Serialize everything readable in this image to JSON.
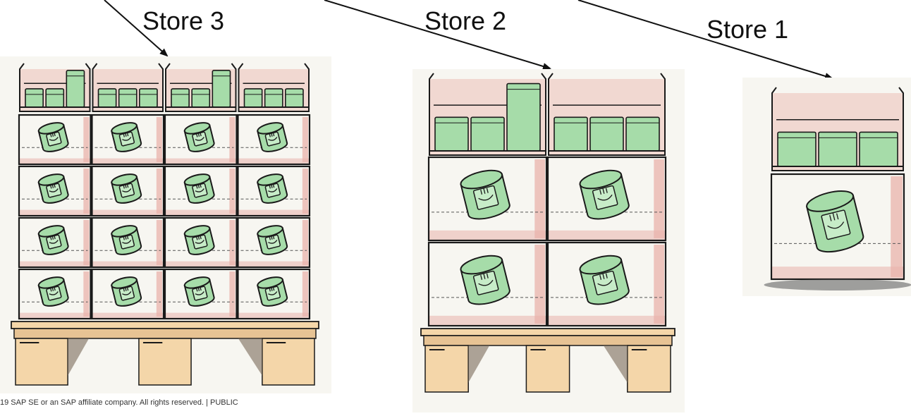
{
  "labels": {
    "store3": "Store 3",
    "store2": "Store 2",
    "store1": "Store 1"
  },
  "footer": "19 SAP SE or an SAP affiliate company. All rights reserved.  |   PUBLIC",
  "pallets": [
    {
      "store": "Store 3",
      "columns": 4,
      "case_rows": 4,
      "top_tray_layer": true
    },
    {
      "store": "Store 2",
      "columns": 2,
      "case_rows": 2,
      "top_tray_layer": true
    },
    {
      "store": "Store 1",
      "columns": 1,
      "case_rows": 1,
      "top_tray_layer": true
    }
  ],
  "colors": {
    "can_green": "#a6dca9",
    "pink_shade": "#e9b3ab",
    "wood": "#f4d6a9",
    "wood_dark": "#7a6a5a",
    "outline": "#1a1a1a",
    "paper": "#f7f6f1"
  }
}
